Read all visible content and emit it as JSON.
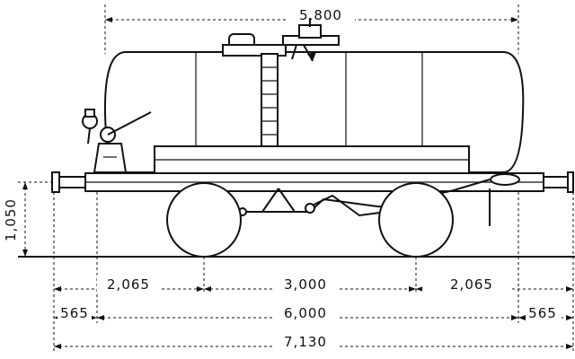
{
  "dimensions": {
    "tank_length": "5,800",
    "height_to_buffer": "1,050",
    "end_left": "2,065",
    "wheelbase": "3,000",
    "end_right": "2,065",
    "overhang_left": "565",
    "underframe_length": "6,000",
    "overhang_right": "565",
    "overall_length": "7,130"
  }
}
